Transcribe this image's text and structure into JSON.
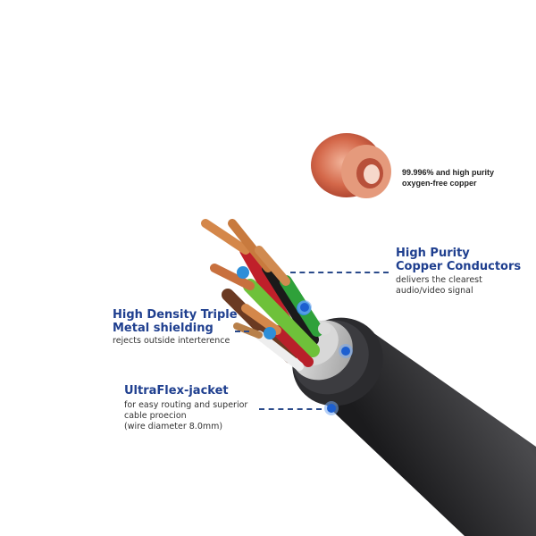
{
  "copper_spool": {
    "caption_line1": "99.996% and high purity",
    "caption_line2": "oxygen-free copper"
  },
  "callouts": [
    {
      "title_line1": "High Purity",
      "title_line2": "Copper Conductors",
      "desc_line1": "delivers the clearest",
      "desc_line2": "audio/video signal"
    },
    {
      "title_line1": "High Density Triple",
      "title_line2": "Metal shielding",
      "desc_line1": "rejects outside interterence"
    },
    {
      "title_line1": "UltraFlex-jacket",
      "desc_line1": "for easy routing and superior",
      "desc_line2": "cable proecion",
      "desc_line3": "(wire diameter 8.0mm)"
    }
  ],
  "colors": {
    "title_blue": "#1f3f8f",
    "marker_blue": "#1d5fd0",
    "jacket_black": "#2a2a2c",
    "copper": "#c8703e"
  }
}
